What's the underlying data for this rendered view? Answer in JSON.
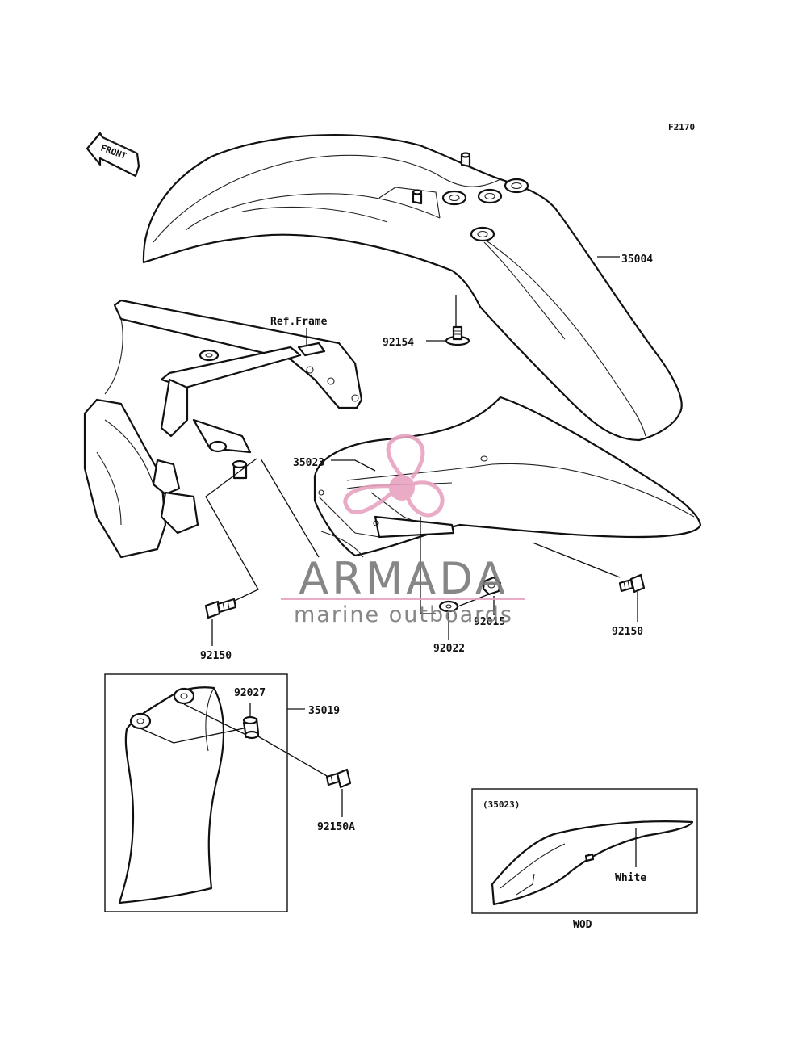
{
  "figure_code": "F2170",
  "front_label": "FRONT",
  "ref_frame_label": "Ref.Frame",
  "parts": {
    "front_fender": "35004",
    "rear_fender": "35023",
    "fender_flap": "35019",
    "screw_92154": "92154",
    "bolt_left": "92150",
    "bolt_right": "92150",
    "bolt_92150a": "92150A",
    "nut_92015": "92015",
    "washer_92022": "92022",
    "collar_92027": "92027"
  },
  "inset": {
    "part_ref": "(35023)",
    "color_note": "White",
    "caption": "WOD"
  },
  "watermark": {
    "brand": "ARMADA",
    "tagline": "marine outboards",
    "gray": "#7a7a7a",
    "pink": "#e8a2c0"
  }
}
